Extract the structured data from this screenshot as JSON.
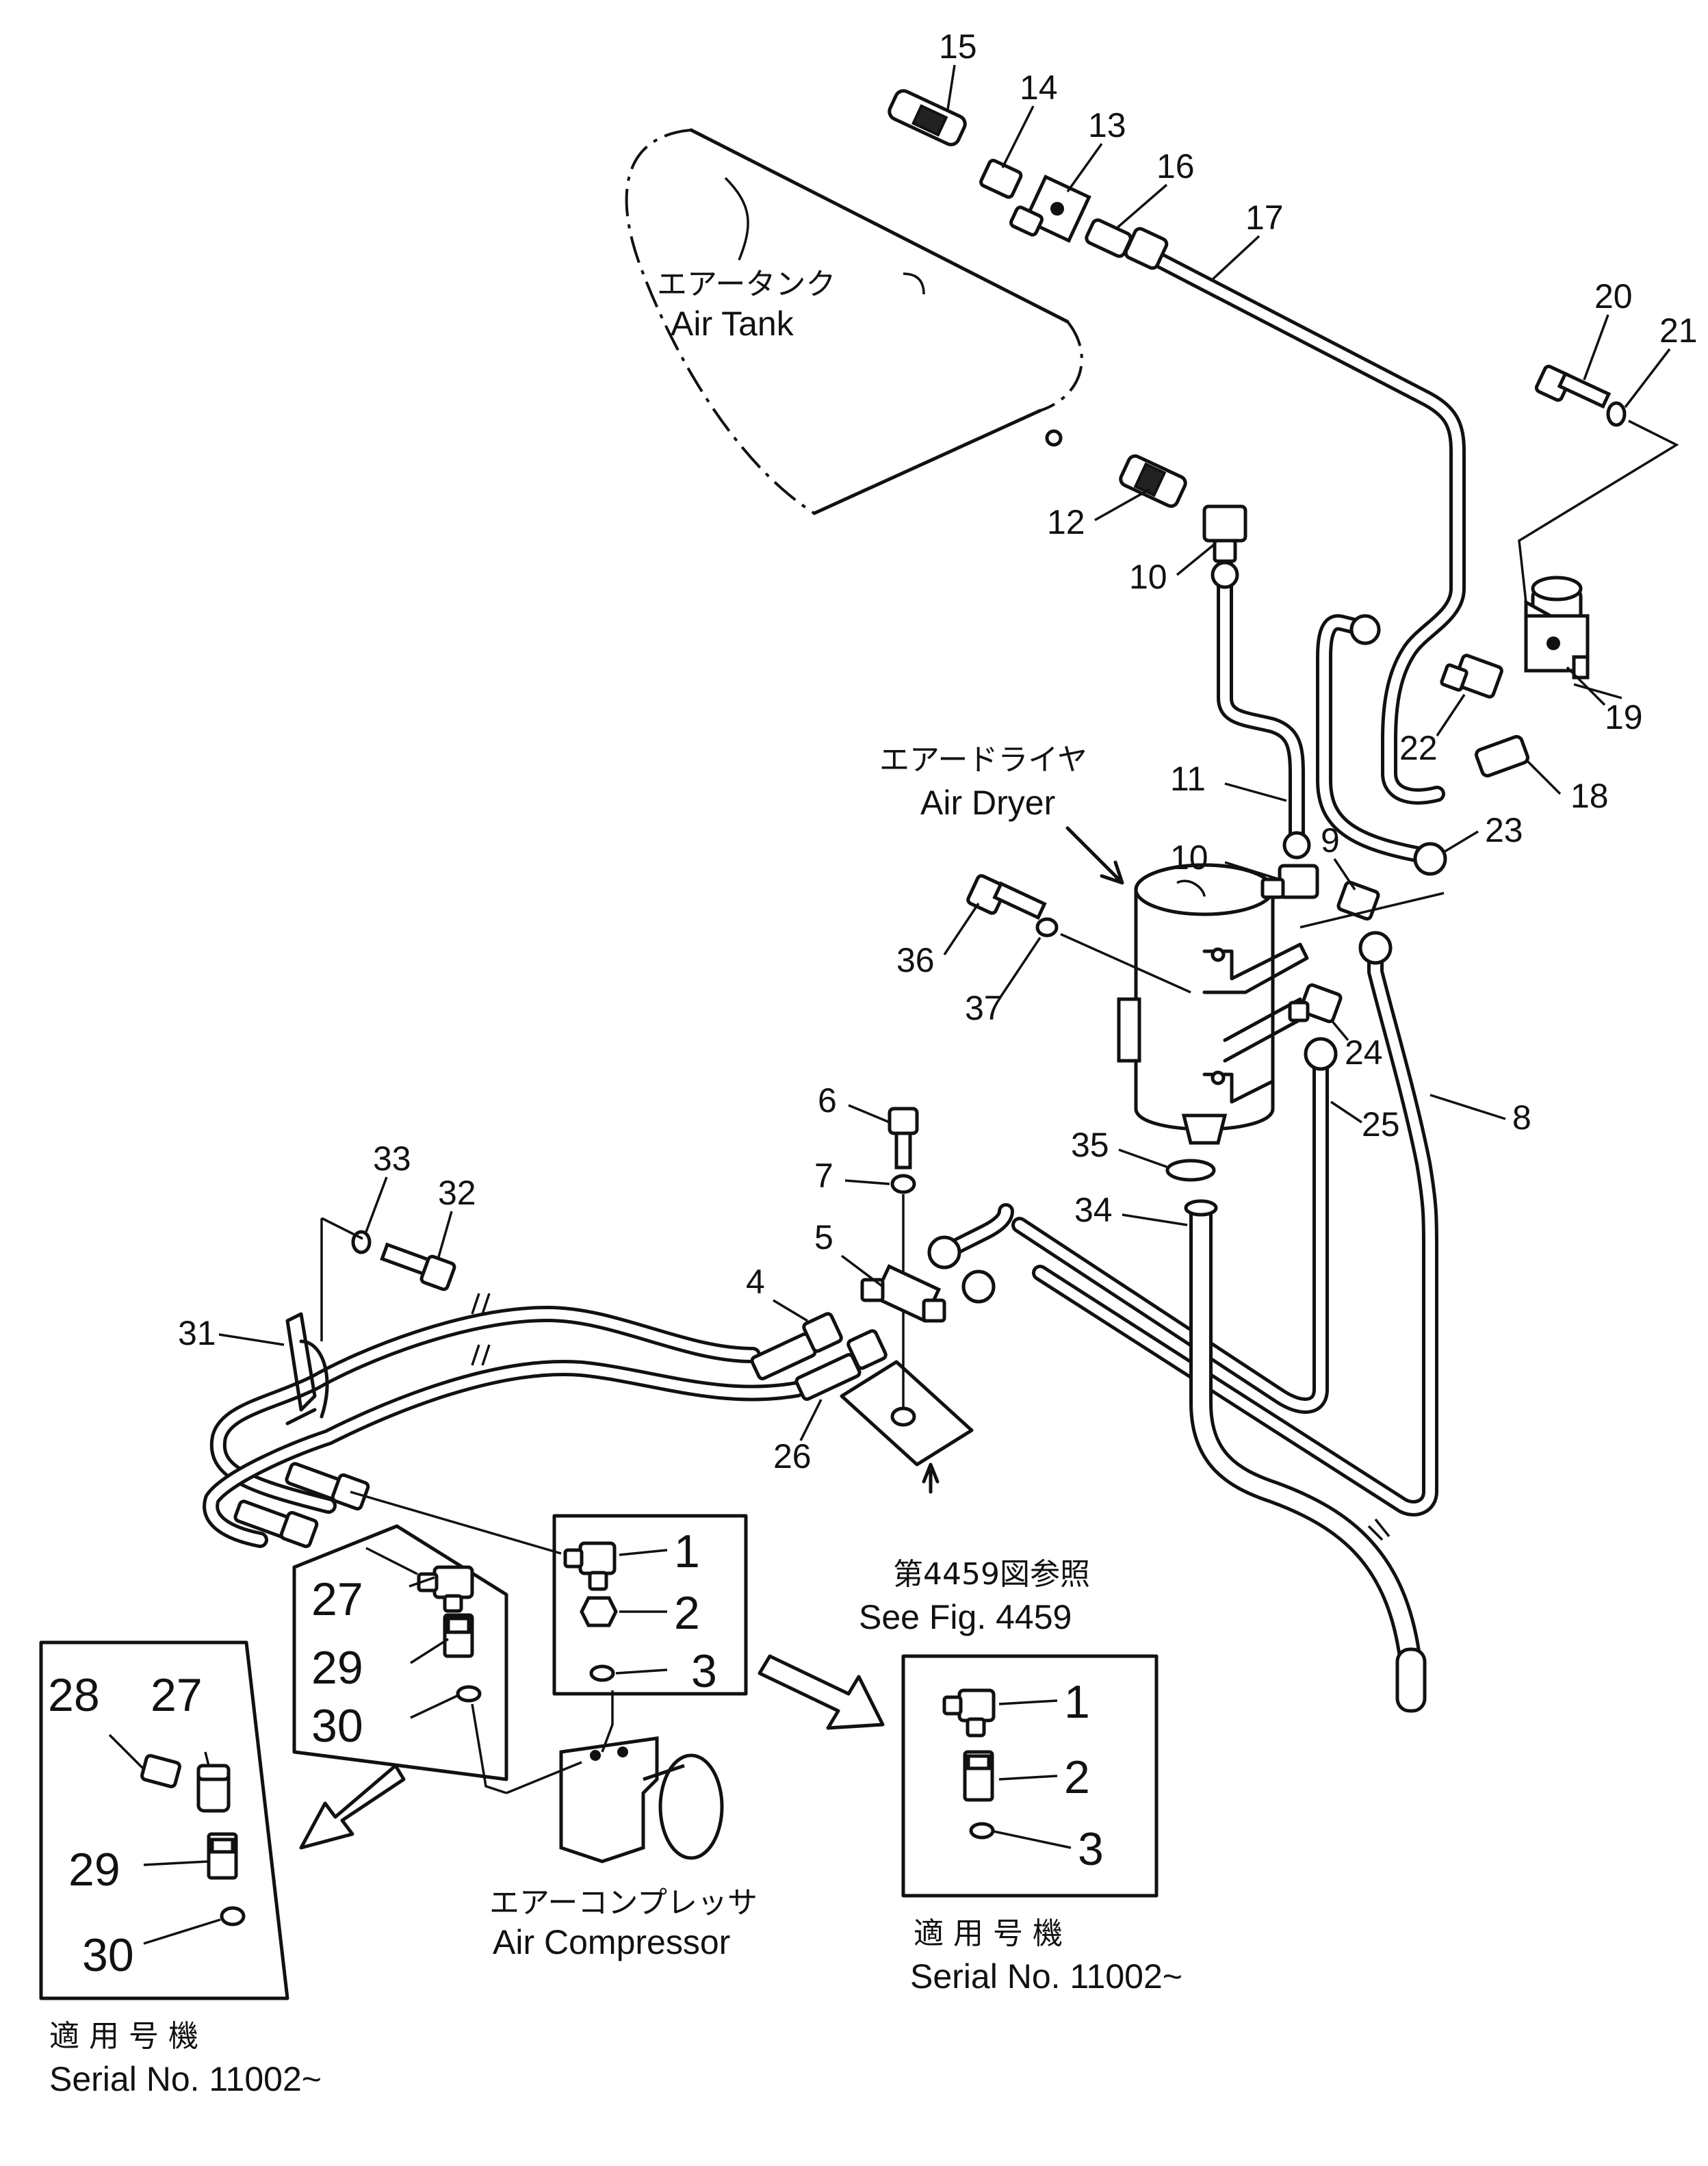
{
  "labels": {
    "air_tank_jp": "エアータンク",
    "air_tank_en": "Air Tank",
    "air_dryer_jp": "エアードライヤ",
    "air_dryer_en": "Air Dryer",
    "compressor_jp": "エアーコンプレッサ",
    "compressor_en": "Air Compressor",
    "see_fig_jp": "第4459図参照",
    "see_fig_en": "See Fig. 4459",
    "serial_jp": "適 用 号 機",
    "serial_en": "Serial No. 11002~"
  },
  "callouts": [
    "1",
    "2",
    "3",
    "4",
    "5",
    "6",
    "7",
    "8",
    "9",
    "10",
    "11",
    "12",
    "13",
    "14",
    "15",
    "16",
    "17",
    "18",
    "19",
    "20",
    "21",
    "22",
    "23",
    "24",
    "25",
    "26",
    "27",
    "28",
    "29",
    "30",
    "31",
    "32",
    "33",
    "34",
    "35",
    "36",
    "37"
  ],
  "inset_serial_right": {
    "serial_jp": "適 用 号 機",
    "serial_en": "Serial No. 11002~"
  },
  "inset_serial_left": {
    "serial_jp": "適 用 号 機",
    "serial_en": "Serial No. 11002~"
  }
}
